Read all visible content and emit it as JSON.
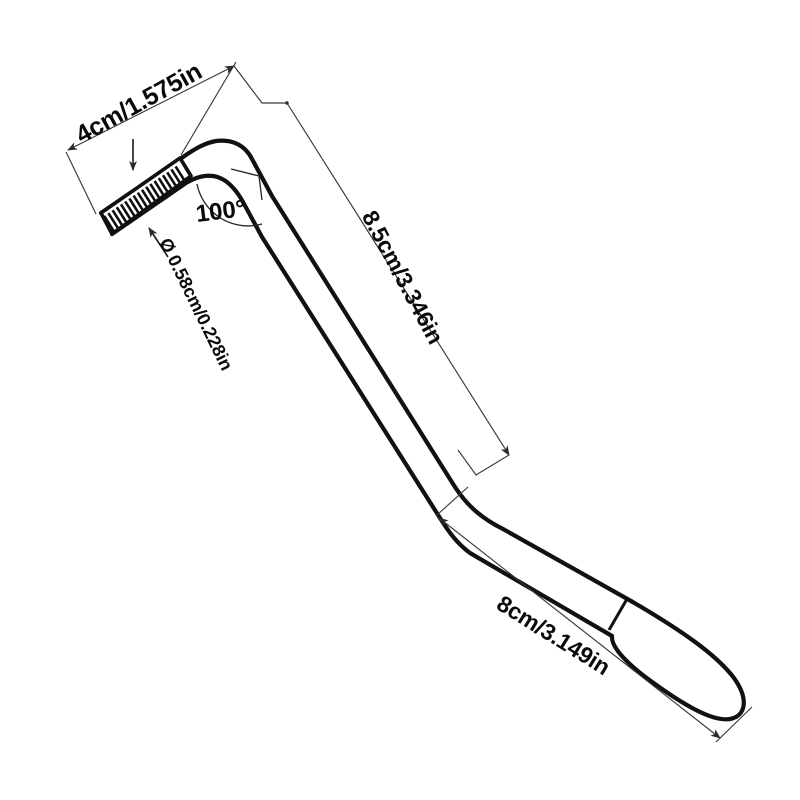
{
  "drawing": {
    "title": "Bent threaded hook tool dimension drawing",
    "background_color": "#fffffd",
    "line_color": "#111111",
    "dimension_line_color": "#333333"
  },
  "dimensions": {
    "thread_length": {
      "label": "4cm/1.575in",
      "value_cm": 4,
      "value_in": 1.575,
      "name": "threaded-section-length"
    },
    "bend_angle": {
      "label": "100°",
      "value_deg": 100,
      "name": "bend-angle"
    },
    "rod_diameter": {
      "label": "Ø 0.58cm/0.228in",
      "value_cm": 0.58,
      "value_in": 0.228,
      "name": "rod-diameter"
    },
    "shaft_length": {
      "label": "8.5cm/3.346in",
      "value_cm": 8.5,
      "value_in": 3.346,
      "name": "main-shaft-length"
    },
    "handle_length": {
      "label": "8cm/3.149in",
      "value_cm": 8,
      "value_in": 3.149,
      "name": "handle-loop-length"
    }
  }
}
